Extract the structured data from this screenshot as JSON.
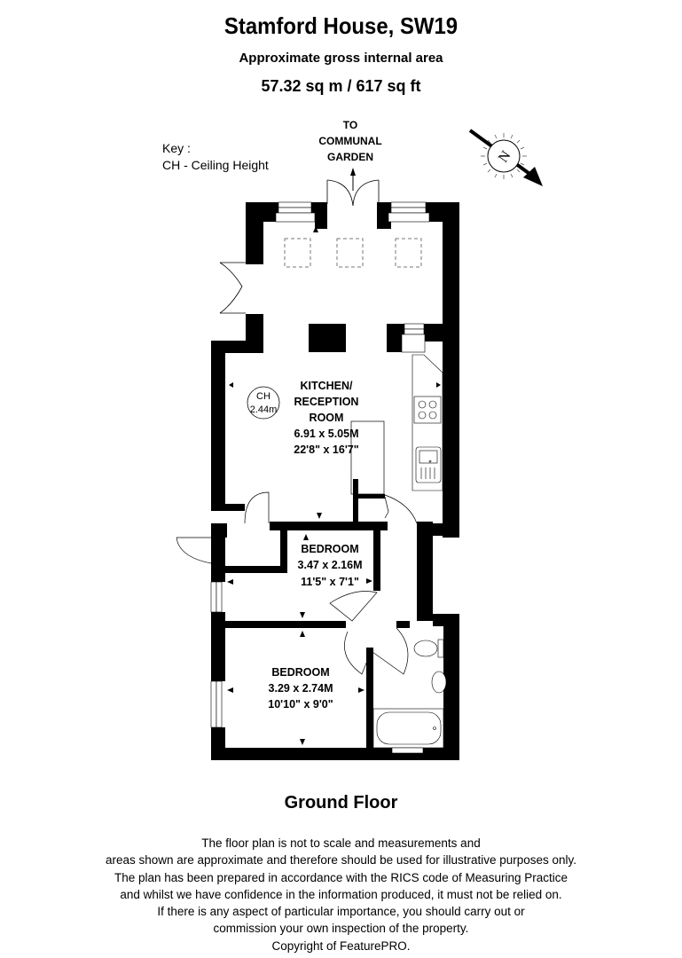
{
  "header": {
    "title": "Stamford House, SW19",
    "subtitle": "Approximate gross internal area",
    "area": "57.32 sq m / 617 sq ft"
  },
  "key": {
    "heading": "Key :",
    "entries": [
      "CH - Ceiling Height"
    ]
  },
  "compass": {
    "letter": "N",
    "icon": "compass-north-icon"
  },
  "exit_label": {
    "line1": "TO",
    "line2": "COMMUNAL",
    "line3": "GARDEN"
  },
  "rooms": [
    {
      "name_line1": "KITCHEN/",
      "name_line2": "RECEPTION",
      "name_line3": "ROOM",
      "metric": "6.91 x 5.05M",
      "imperial": "22'8\" x 16'7\""
    },
    {
      "name_line1": "BEDROOM",
      "metric": "3.47 x 2.16M",
      "imperial": "11'5\" x 7'1\""
    },
    {
      "name_line1": "BEDROOM",
      "metric": "3.29 x 2.74M",
      "imperial": "10'10\" x 9'0\""
    }
  ],
  "ceiling_height": {
    "label": "CH",
    "value": "2.44m"
  },
  "floor_label": "Ground Floor",
  "disclaimer": [
    "The floor plan is not to scale and measurements and",
    "areas shown are approximate and therefore should be used for illustrative purposes only.",
    "The plan has been prepared in accordance with the RICS code of Measuring Practice",
    "and whilst we have confidence in the information produced, it must not be relied on.",
    "If there is any aspect of particular importance, you should carry out or",
    "commission your own inspection of the property.",
    "Copyright of FeaturePRO."
  ]
}
